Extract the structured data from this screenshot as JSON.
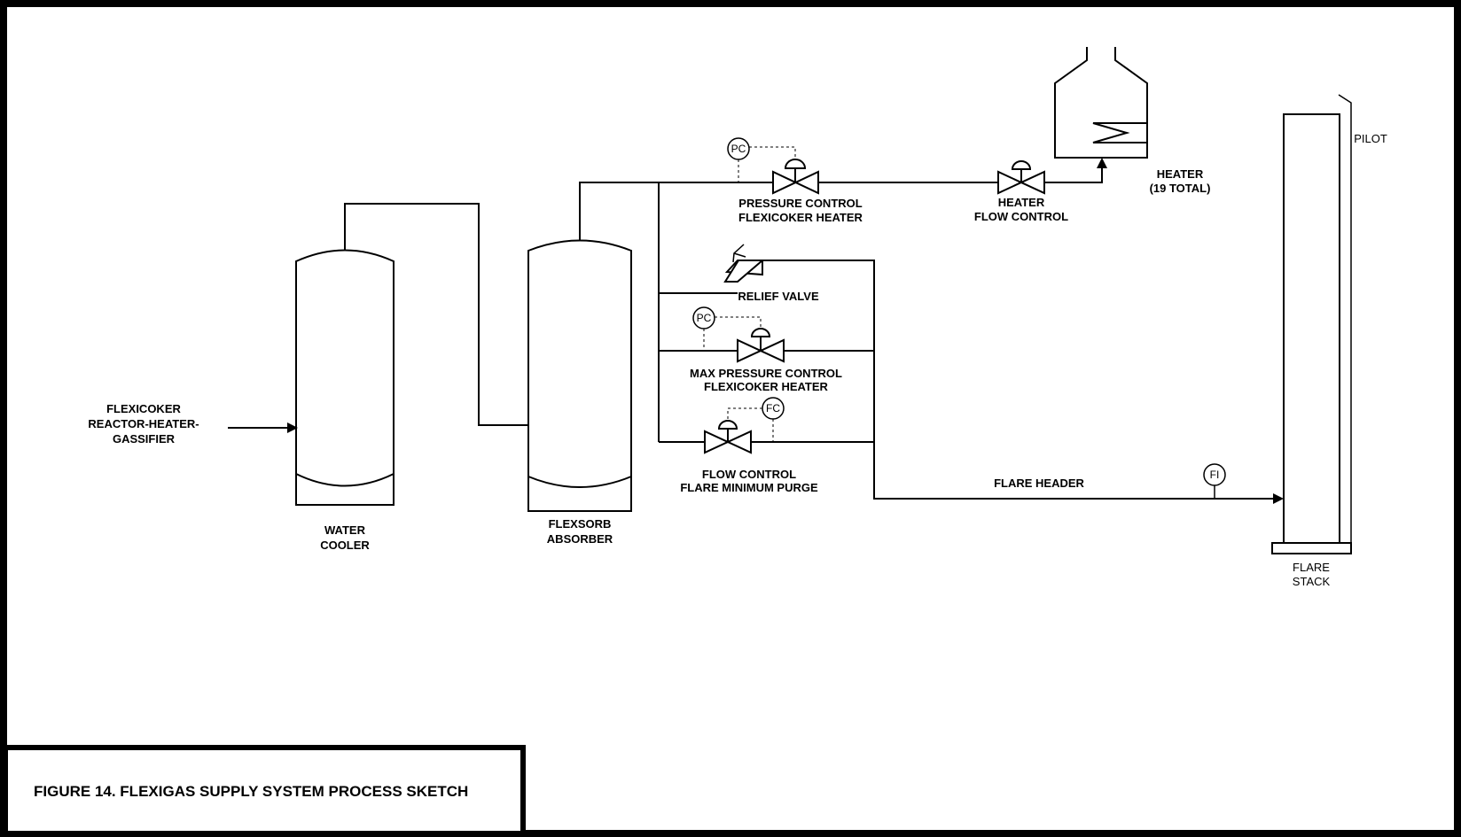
{
  "title": "FIGURE 14.  FLEXIGAS SUPPLY SYSTEM PROCESS SKETCH",
  "labels": {
    "feed": [
      "FLEXICOKER",
      "REACTOR-HEATER-",
      "GASSIFIER"
    ],
    "water_cooler": [
      "WATER",
      "COOLER"
    ],
    "flexsorb_absorber": [
      "FLEXSORB",
      "ABSORBER"
    ],
    "pressure_control": [
      "PRESSURE CONTROL",
      "FLEXICOKER HEATER"
    ],
    "heater_flow_control": [
      "HEATER",
      "FLOW CONTROL"
    ],
    "heater": [
      "HEATER",
      "(19 TOTAL)"
    ],
    "relief_valve": "RELIEF VALVE",
    "max_pressure_control": [
      "MAX PRESSURE CONTROL",
      "FLEXICOKER HEATER"
    ],
    "flow_control": [
      "FLOW CONTROL",
      "FLARE MINIMUM PURGE"
    ],
    "flare_header": "FLARE HEADER",
    "pilot": "PILOT",
    "flare_stack": [
      "FLARE",
      "STACK"
    ]
  },
  "instruments": {
    "pc_top": "PC",
    "pc_mid": "PC",
    "fc": "FC",
    "fi": "FI"
  }
}
